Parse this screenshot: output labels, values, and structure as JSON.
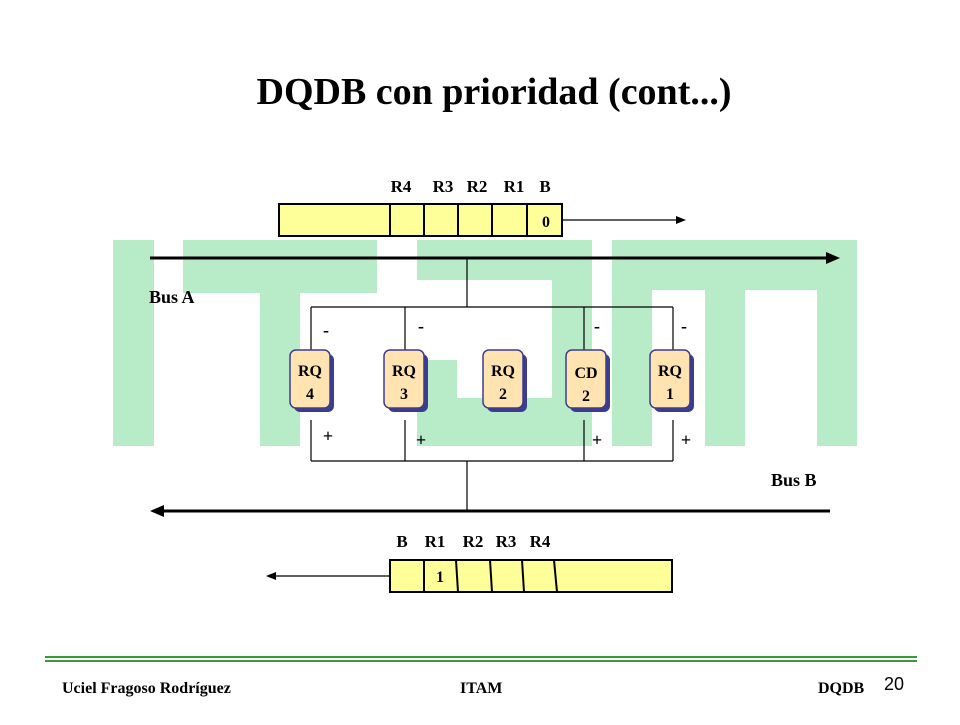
{
  "slide": {
    "title": "DQDB con prioridad (cont...)",
    "page_number": "20"
  },
  "footer": {
    "author": "Uciel Fragoso Rodríguez",
    "institution": "ITAM",
    "topic": "DQDB"
  },
  "diagram": {
    "bus_a": {
      "label": "Bus A",
      "slot_headers": [
        "R4",
        "R3",
        "R2",
        "R1",
        "B"
      ],
      "busy_bit": "0"
    },
    "bus_b": {
      "label": "Bus B",
      "slot_headers": [
        "B",
        "R1",
        "R2",
        "R3",
        "R4"
      ],
      "busy_bit": "1"
    },
    "counters": [
      {
        "top": "RQ",
        "bottom": "4",
        "top_sign": "-",
        "bottom_sign": "+"
      },
      {
        "top": "RQ",
        "bottom": "3",
        "top_sign": "-",
        "bottom_sign": "+"
      },
      {
        "top": "RQ",
        "bottom": "2",
        "top_sign": "",
        "bottom_sign": ""
      },
      {
        "top": "CD",
        "bottom": "2",
        "top_sign": "-",
        "bottom_sign": "+"
      },
      {
        "top": "RQ",
        "bottom": "1",
        "top_sign": "-",
        "bottom_sign": "+"
      }
    ],
    "colors": {
      "frame_fill": "#ffff99",
      "counter_fill": "#ffe3b0",
      "watermark": "#b8ecc8",
      "footer_rule": "#3a9a3a"
    }
  }
}
